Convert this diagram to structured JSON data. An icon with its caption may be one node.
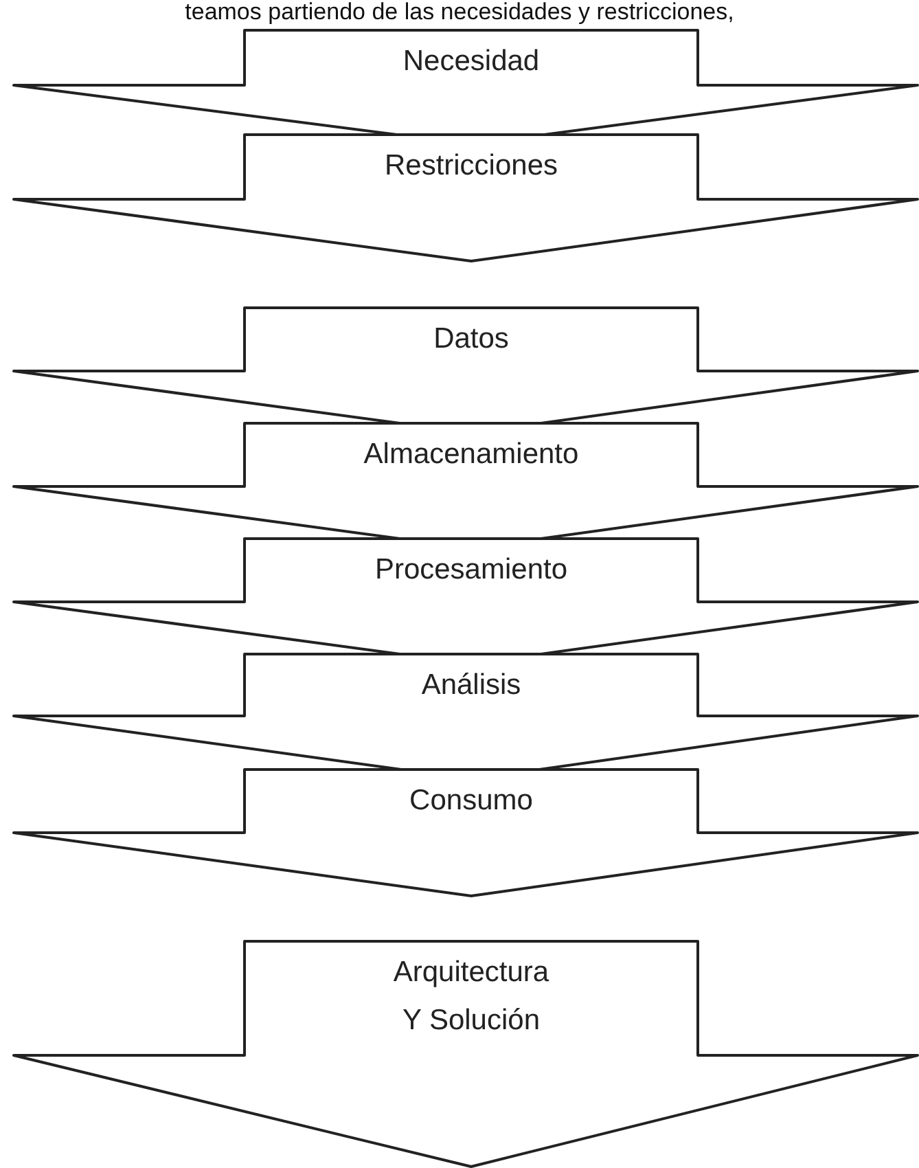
{
  "diagram": {
    "nodes": [
      {
        "text": [
          "Necesidad"
        ]
      },
      {
        "text": [
          "Restricciones"
        ]
      },
      {
        "text": [
          "Datos"
        ]
      },
      {
        "text": [
          "Almacenamiento"
        ]
      },
      {
        "text": [
          "Procesamiento"
        ]
      },
      {
        "text": [
          "Análisis"
        ]
      },
      {
        "text": [
          "Consumo"
        ]
      },
      {
        "text": [
          "Arquitectura Y Solución"
        ]
      }
    ],
    "labels": [
      "teamos partiendo de las necesidades y restricciones,"
    ]
  }
}
